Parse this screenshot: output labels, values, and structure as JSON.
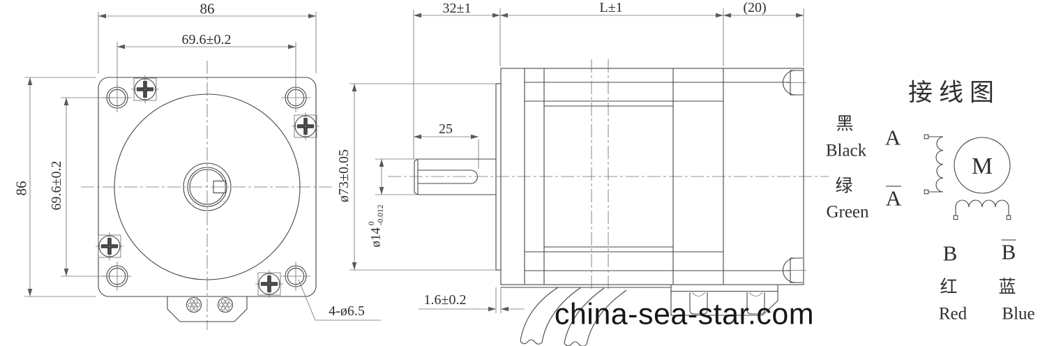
{
  "colors": {
    "background": "#ffffff",
    "line": "#454545",
    "text": "#2e2e2e"
  },
  "watermark": {
    "text": "china-sea-star.com"
  },
  "front_view": {
    "dim_width_top": "86",
    "dim_bolt_pitch_horizontal": "69.6±0.2",
    "dim_height_left": "86",
    "dim_bolt_pitch_vertical": "69.6±0.2",
    "callout_mounting_holes": "4-ø6.5"
  },
  "side_view": {
    "dim_shaft_extension": "32±1",
    "dim_body_length": "L±1",
    "dim_rear_cap_length": "(20)",
    "dim_shaft_flat_length": "25",
    "dim_pilot_diameter": "ø73±0.05",
    "dim_shaft_diameter": "ø14",
    "dim_shaft_diameter_tol_upper": "0",
    "dim_shaft_diameter_tol_lower": "-0.012",
    "dim_pilot_boss_height": "1.6±0.2"
  },
  "wiring_diagram": {
    "title": "接线图",
    "motor_symbol": "M",
    "leads": [
      {
        "terminal": "A",
        "overline": false,
        "color_cn": "黑",
        "color_en": "Black"
      },
      {
        "terminal": "A",
        "overline": true,
        "color_cn": "绿",
        "color_en": "Green"
      },
      {
        "terminal": "B",
        "overline": false,
        "color_cn": "红",
        "color_en": "Red"
      },
      {
        "terminal": "B",
        "overline": true,
        "color_cn": "蓝",
        "color_en": "Blue"
      }
    ]
  }
}
